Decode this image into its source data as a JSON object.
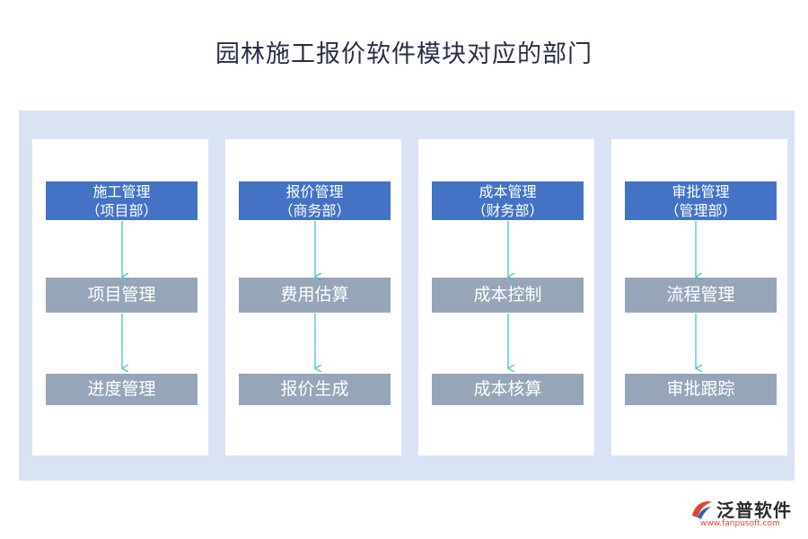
{
  "title": "园林施工报价软件模块对应的部门",
  "columns": [
    {
      "head_line1": "施工管理",
      "head_line2": "（项目部）",
      "step1": "项目管理",
      "step2": "进度管理"
    },
    {
      "head_line1": "报价管理",
      "head_line2": "（商务部）",
      "step1": "费用估算",
      "step2": "报价生成"
    },
    {
      "head_line1": "成本管理",
      "head_line2": "（财务部）",
      "step1": "成本控制",
      "step2": "成本核算"
    },
    {
      "head_line1": "审批管理",
      "head_line2": "（管理部）",
      "step1": "流程管理",
      "step2": "审批跟踪"
    }
  ],
  "logo": {
    "name": "泛普软件",
    "url": "www.fanpusoft.com"
  },
  "colors": {
    "panel": "#dae3f3",
    "head_box": "#4472c4",
    "step_box": "#97a5b8",
    "arrow": "#3fbcc0"
  }
}
